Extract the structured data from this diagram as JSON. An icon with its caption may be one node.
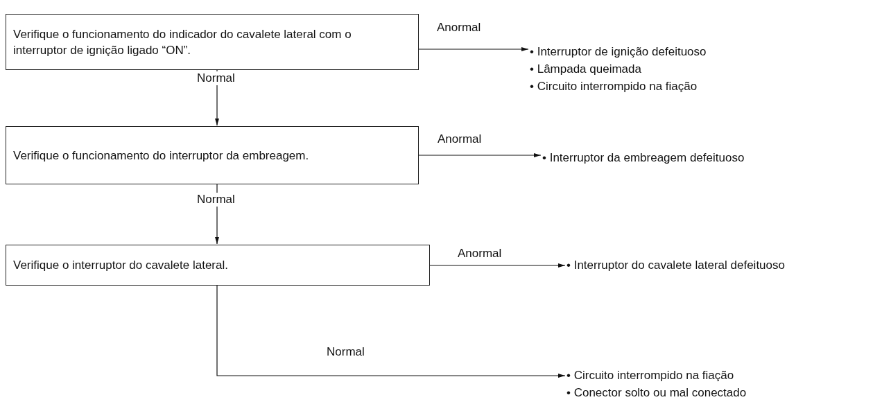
{
  "diagram": {
    "nodes": [
      {
        "text": [
          "Verifique o funcionamento do indicador do cavalete lateral com o interruptor de ignição ligado “ON”."
        ]
      },
      {
        "text": [
          "• Interruptor de ignição defeituoso",
          "• Lâmpada queimada",
          "• Circuito interrompido na fiação"
        ]
      },
      {
        "text": [
          "Verifique o funcionamento do interruptor da embreagem."
        ]
      },
      {
        "text": [
          "• Interruptor da embreagem defeituoso"
        ]
      },
      {
        "text": [
          "Verifique o interruptor do cavalete lateral."
        ]
      },
      {
        "text": [
          "• Interruptor do cavalete lateral defeituoso"
        ]
      },
      {
        "text": [
          "• Circuito interrompido na fiação",
          "• Conector solto ou mal conectado"
        ]
      }
    ],
    "edges": [
      {
        "from": 0,
        "to": 1,
        "arrow": "to",
        "label": "Anormal"
      },
      {
        "from": 0,
        "to": 2,
        "arrow": "to",
        "label": "Normal"
      },
      {
        "from": 2,
        "to": 3,
        "arrow": "to",
        "label": "Anormal"
      },
      {
        "from": 2,
        "to": 4,
        "arrow": "to",
        "label": "Normal"
      },
      {
        "from": 4,
        "to": 5,
        "arrow": "to",
        "label": "Anormal"
      },
      {
        "from": 4,
        "to": 6,
        "arrow": "to",
        "label": "Normal"
      }
    ]
  }
}
